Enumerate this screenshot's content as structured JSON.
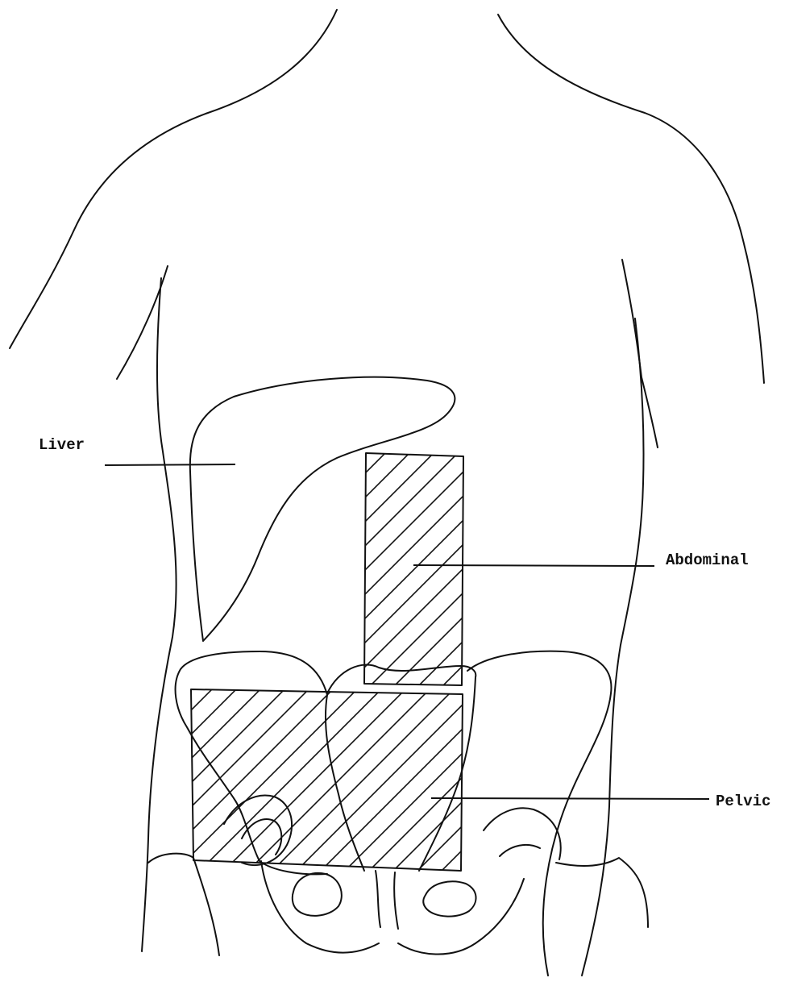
{
  "diagram": {
    "labels": {
      "liver": "Liver",
      "abdominal": "Abdominal",
      "pelvic": "Pelvic"
    },
    "colors": {
      "ink": "#111111",
      "background": "#ffffff"
    }
  }
}
